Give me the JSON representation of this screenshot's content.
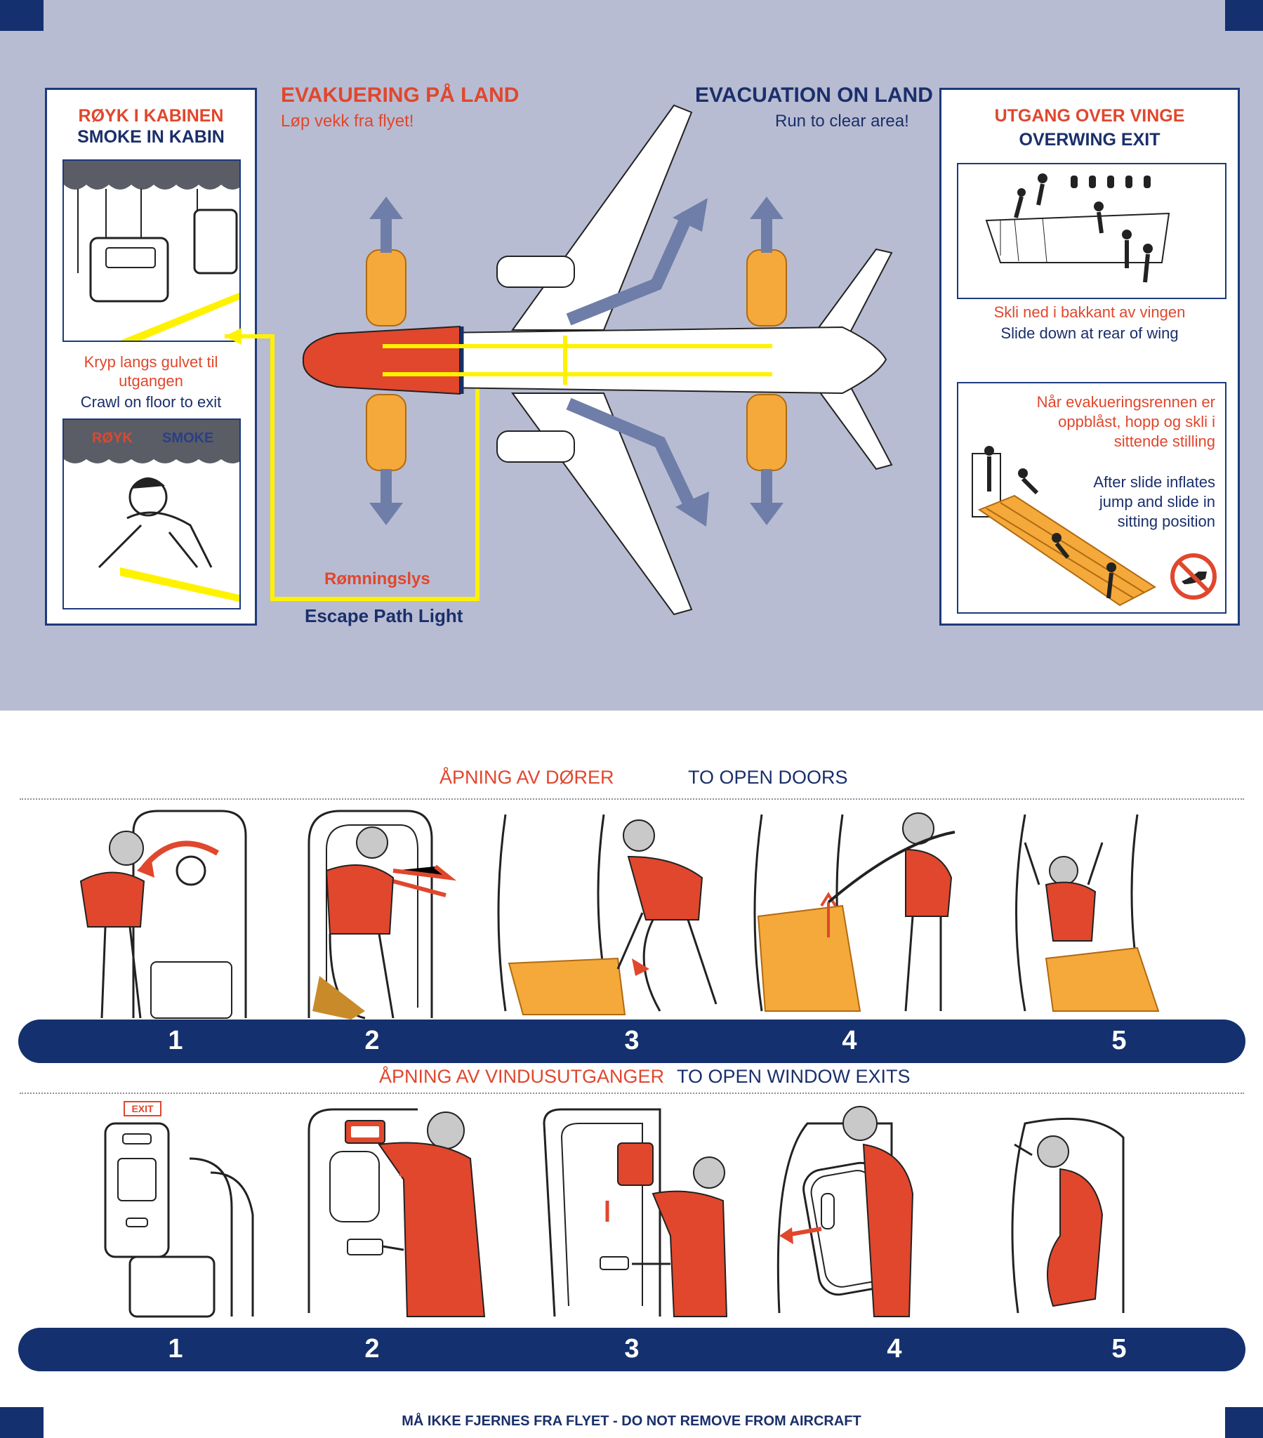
{
  "top": {
    "smoke": {
      "title_no": "RØYK I KABINEN",
      "title_en": "SMOKE IN KABIN",
      "instr_no_1": "Kryp langs gulvet til",
      "instr_no_2": "utgangen",
      "instr_en": "Crawl on floor to exit",
      "label_no": "RØYK",
      "label_en": "SMOKE"
    },
    "evac_no": {
      "title": "EVAKUERING PÅ LAND",
      "sub": "Løp vekk fra flyet!"
    },
    "evac_en": {
      "title": "EVACUATION ON LAND",
      "sub": "Run to clear area!"
    },
    "escape_light": {
      "no": "Rømningslys",
      "en": "Escape Path Light"
    },
    "overwing": {
      "title_no": "UTGANG OVER VINGE",
      "title_en": "OVERWING EXIT",
      "caption_no": "Skli ned i bakkant av vingen",
      "caption_en": "Slide down at rear of wing"
    },
    "slide": {
      "no_1": "Når evakueringsrennen er",
      "no_2": "oppblåst, hopp og skli i",
      "no_3": "sittende stilling",
      "en_1": "After slide inflates",
      "en_2": "jump and slide in",
      "en_3": "sitting position",
      "no_heels_icon": "no-high-heels-icon"
    }
  },
  "doors": {
    "title_no": "ÅPNING AV DØRER",
    "title_en": "TO OPEN DOORS",
    "steps": [
      "1",
      "2",
      "3",
      "4",
      "5"
    ]
  },
  "windows": {
    "title_no": "ÅPNING AV VINDUSUTGANGER",
    "title_en": "TO OPEN WINDOW EXITS",
    "exit_sign": "EXIT",
    "steps": [
      "1",
      "2",
      "3",
      "4",
      "5"
    ]
  },
  "footer": "MÅ IKKE FJERNES FRA FLYET - DO NOT REMOVE FROM AIRCRAFT",
  "colors": {
    "navy": "#14306e",
    "red": "#e0472d",
    "panel": "#b8bcd2",
    "yellow": "#fff200",
    "orange": "#f4a93a",
    "arrow": "#6e7ea8"
  }
}
